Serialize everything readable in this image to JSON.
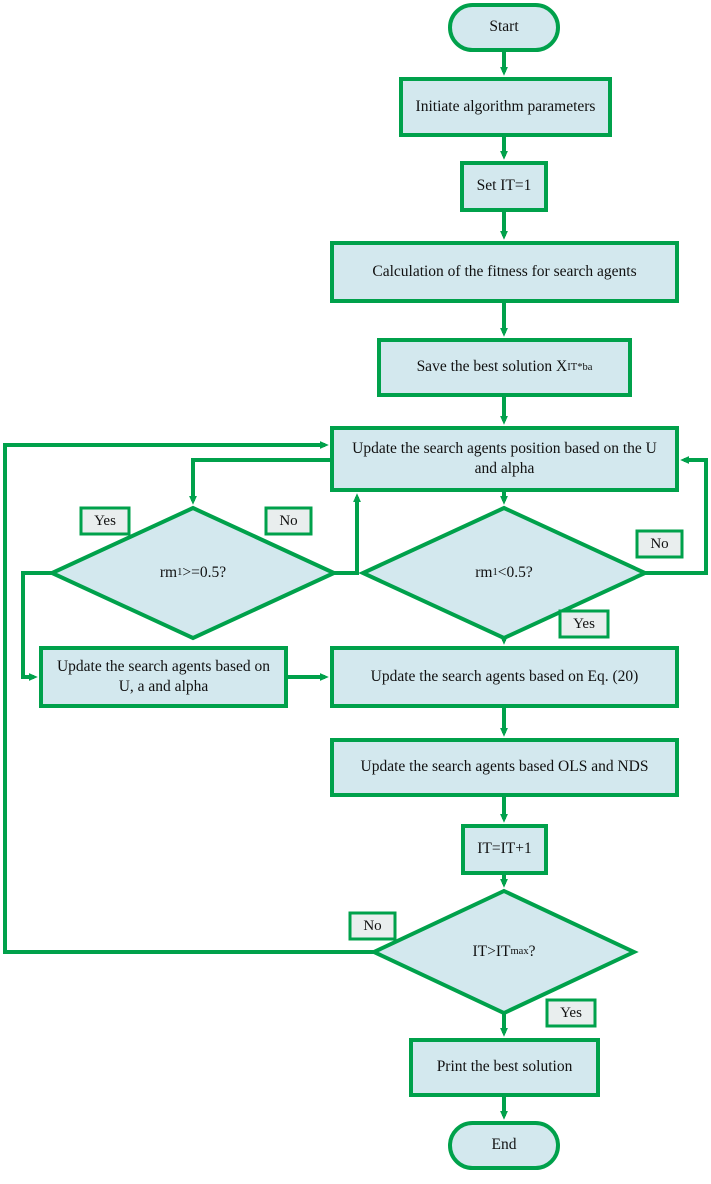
{
  "diagram": {
    "title": "Algorithm flowchart",
    "colors": {
      "stroke": "#00a14b",
      "node_fill": "#d3e8ee",
      "tag_fill": "#e9eeee",
      "text": "#111111",
      "background": "#ffffff"
    },
    "nodes": {
      "start": {
        "label": "Start",
        "shape": "terminator"
      },
      "init": {
        "label": "Initiate algorithm parameters",
        "shape": "process"
      },
      "set_it": {
        "label": "Set IT=1",
        "shape": "process"
      },
      "fitness": {
        "label": "Calculation of the fitness for search agents",
        "shape": "process"
      },
      "save_best": {
        "label_pre": "Save the best solution X",
        "label_sub": "IT",
        "label_sup": "*ba",
        "shape": "process"
      },
      "update_position": {
        "label_line1": "Update the search agents position based on the U",
        "label_line2": "and alpha",
        "shape": "process"
      },
      "decision_left": {
        "label_pre": "rm",
        "label_sub": "1",
        "label_post": ">=0.5?",
        "shape": "decision"
      },
      "decision_right": {
        "label_pre": "rm",
        "label_sub": "1",
        "label_post": "<0.5?",
        "shape": "decision"
      },
      "update_u_a_alpha": {
        "label_line1": "Update the search agents based on",
        "label_line2": "U, a and alpha",
        "shape": "process"
      },
      "update_eq20": {
        "label": "Update the search agents based on Eq. (20)",
        "shape": "process"
      },
      "update_ols_nds": {
        "label": "Update the search agents based OLS and NDS",
        "shape": "process"
      },
      "it_increment": {
        "label": "IT=IT+1",
        "shape": "process"
      },
      "decision_it_max": {
        "label_pre": "IT>IT",
        "label_sup": "max",
        "label_post": "?",
        "shape": "decision"
      },
      "print_best": {
        "label": "Print the best solution",
        "shape": "process"
      },
      "end": {
        "label": "End",
        "shape": "terminator"
      }
    },
    "edge_labels": {
      "left_yes": "Yes",
      "left_no": "No",
      "right_no": "No",
      "right_yes": "Yes",
      "loop_no": "No",
      "end_yes": "Yes"
    }
  }
}
